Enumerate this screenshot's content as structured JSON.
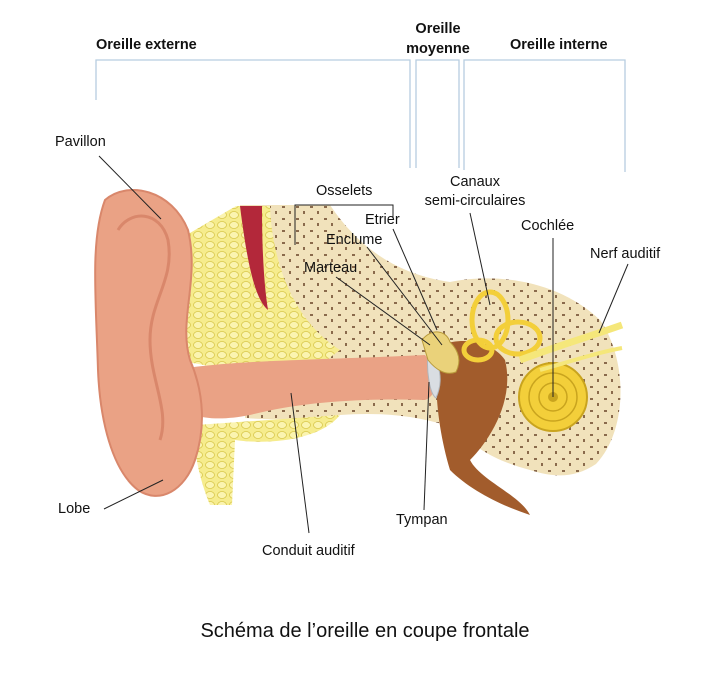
{
  "headers": {
    "outer": "Oreille externe",
    "middle_line1": "Oreille",
    "middle_line2": "moyenne",
    "inner": "Oreille interne"
  },
  "labels": {
    "pavillon": "Pavillon",
    "osselets": "Osselets",
    "canaux_line1": "Canaux",
    "canaux_line2": "semi-circulaires",
    "etrier": "Etrier",
    "enclume": "Enclume",
    "marteau": "Marteau",
    "cochlee": "Cochlée",
    "nerf": "Nerf auditif",
    "lobe": "Lobe",
    "tympan": "Tympan",
    "conduit": "Conduit auditif"
  },
  "caption": "Schéma de l’oreille en coupe frontale",
  "colors": {
    "skin": "#eaa285",
    "skin_dark": "#d9876b",
    "bone": "#f1e2bb",
    "bone_dots": "#8a6a4c",
    "fat": "#f6ec8d",
    "cavity": "#a25c2c",
    "cochlea": "#f3cf3a",
    "nerve": "#f5e77a",
    "artery": "#b3283a",
    "bracket": "#b7cde0"
  }
}
